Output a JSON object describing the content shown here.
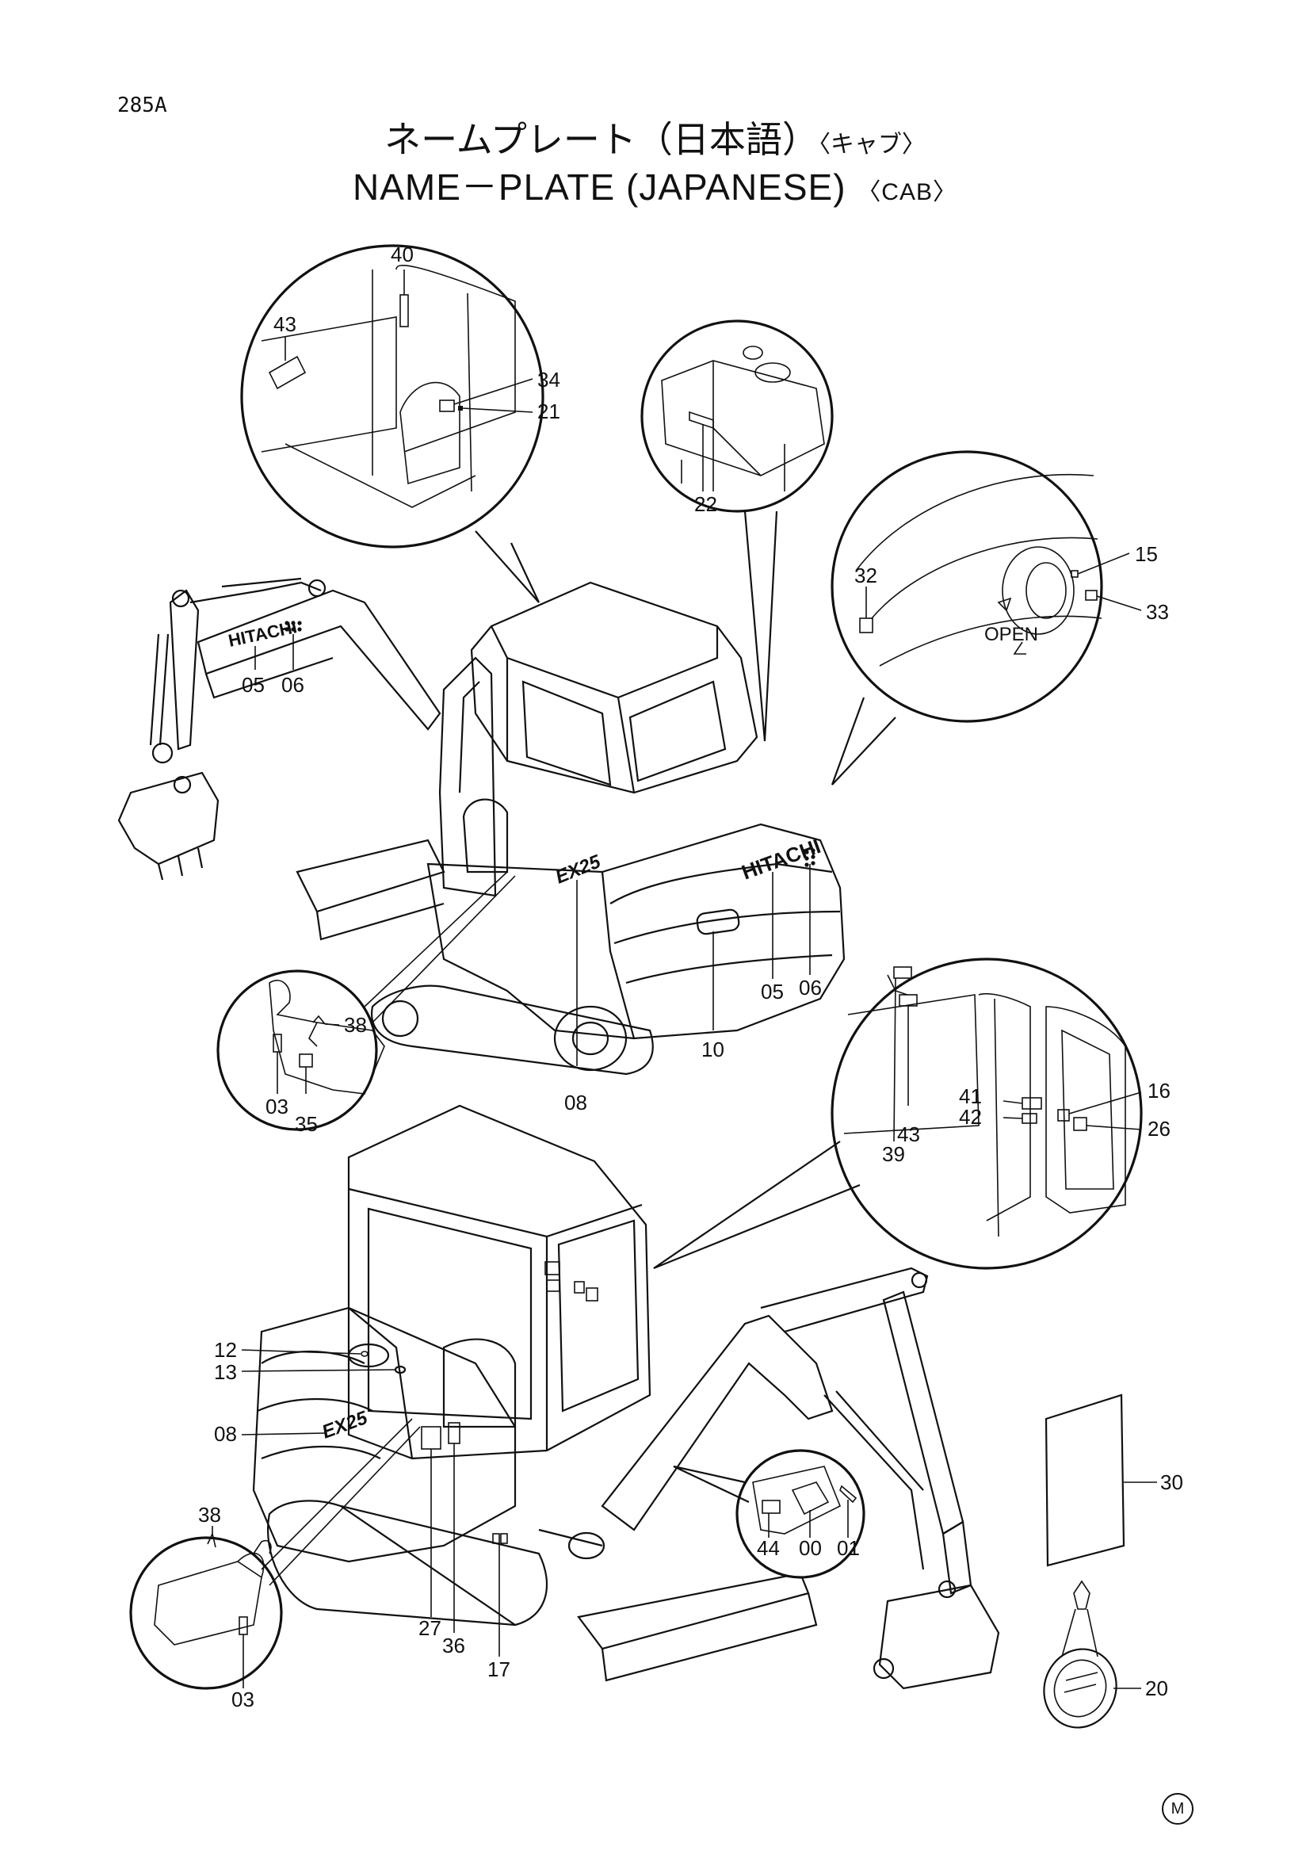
{
  "header": {
    "page_code": "285A",
    "title_jp": "ネームプレート（日本語）",
    "title_jp_sub": "〈キャブ〉",
    "title_en": "NAME－PLATE (JAPANESE)",
    "title_en_sub": "〈CAB〉"
  },
  "machine_text": {
    "brand_boom": "HITACHI",
    "brand_counterweight": "HITACHI",
    "model_side": "EX25",
    "model_side_rear": "EX25",
    "open_label": "OPEN"
  },
  "callouts": {
    "c40": "40",
    "c43a": "43",
    "c34": "34",
    "c21": "21",
    "c22": "22",
    "c15": "15",
    "c32": "32",
    "c33": "33",
    "c05a": "05",
    "c06a": "06",
    "c38a": "38",
    "c03a": "03",
    "c35": "35",
    "c08a": "08",
    "c10": "10",
    "c05b": "05",
    "c06b": "06",
    "c41": "41",
    "c42": "42",
    "c16": "16",
    "c26": "26",
    "c39": "39",
    "c43b": "43",
    "c12": "12",
    "c13": "13",
    "c08b": "08",
    "c30": "30",
    "c44": "44",
    "c00": "00",
    "c01": "01",
    "c38b": "38",
    "c03b": "03",
    "c27": "27",
    "c36": "36",
    "c17": "17",
    "c20": "20"
  },
  "footer": {
    "mark": "M"
  }
}
